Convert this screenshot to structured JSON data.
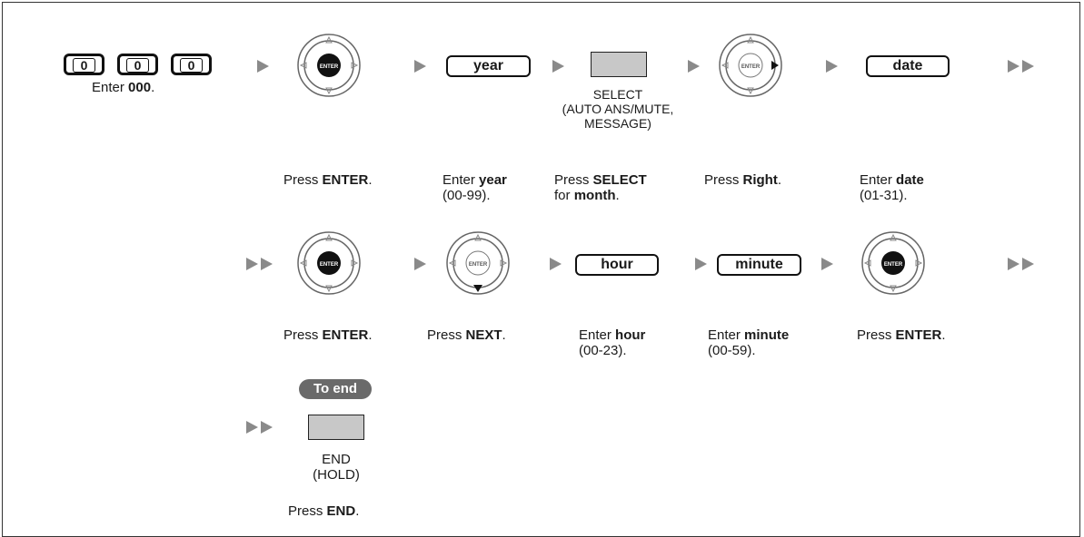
{
  "row1": {
    "digits": [
      "0",
      "0",
      "0"
    ],
    "step1_caption_pre": "Enter ",
    "step1_caption_bold": "000",
    "step1_caption_post": ".",
    "year_key": "year",
    "select_caption": [
      "SELECT",
      "(AUTO ANS/MUTE,",
      "MESSAGE)"
    ],
    "date_key": "date",
    "captions": [
      {
        "pre": "Press ",
        "bold": "ENTER",
        "post": "."
      },
      {
        "pre": "Enter ",
        "bold": "year",
        "post": "",
        "line2": "(00-99)."
      },
      {
        "pre": "Press ",
        "bold": "SELECT",
        "post": "",
        "line2_pre": "for ",
        "line2_bold": "month",
        "line2_post": "."
      },
      {
        "pre": "Press ",
        "bold": "Right",
        "post": "."
      },
      {
        "pre": "Enter ",
        "bold": "date",
        "post": "",
        "line2": "(01-31)."
      }
    ]
  },
  "row2": {
    "hour_key": "hour",
    "minute_key": "minute",
    "captions": [
      {
        "pre": "Press ",
        "bold": "ENTER",
        "post": "."
      },
      {
        "pre": "Press ",
        "bold": "NEXT",
        "post": "."
      },
      {
        "pre": "Enter ",
        "bold": "hour",
        "post": "",
        "line2": "(00-23)."
      },
      {
        "pre": "Enter ",
        "bold": "minute",
        "post": "",
        "line2": "(00-59)."
      },
      {
        "pre": "Press ",
        "bold": "ENTER",
        "post": "."
      }
    ]
  },
  "row3": {
    "to_end": "To end",
    "end_caption": [
      "END",
      "(HOLD)"
    ],
    "caption": {
      "pre": "Press ",
      "bold": "END",
      "post": "."
    }
  },
  "colors": {
    "button_gray": "#c8c8c8",
    "arrow": "#8a8a8a",
    "pill": "#6a6a6a"
  }
}
